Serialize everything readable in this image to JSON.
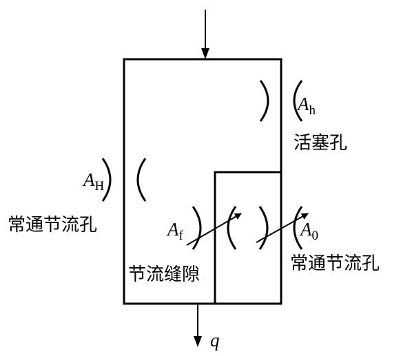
{
  "labels": {
    "Ah_symbol": "A",
    "Ah_sub": "h",
    "Ah_name": "活塞孔",
    "AH_symbol": "A",
    "AH_sub": "H",
    "AH_name": "常通节流孔",
    "Af_symbol": "A",
    "Af_sub": "f",
    "Af_name": "节流缝隙",
    "A0_symbol": "A",
    "A0_sub": "0",
    "A0_name": "常通节流孔",
    "flow_symbol": "q"
  },
  "colors": {
    "line": "#000000",
    "background": "#ffffff"
  },
  "icons": {
    "inlet": "arrow-down-icon",
    "outlet": "arrow-down-icon",
    "variable": "diagonal-arrow-icon"
  }
}
